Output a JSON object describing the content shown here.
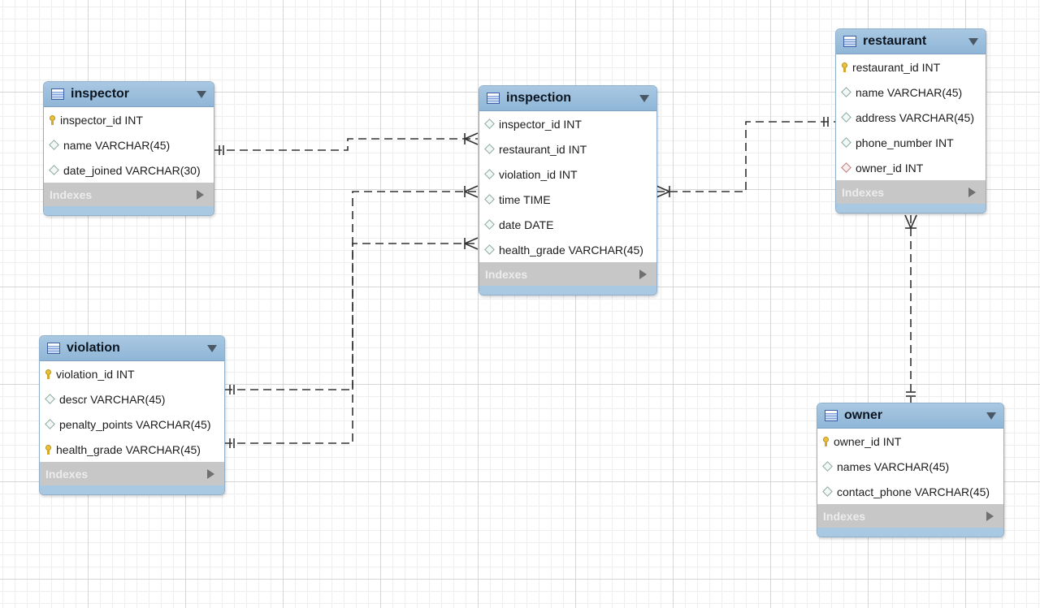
{
  "diagram": {
    "tables": {
      "inspector": {
        "title": "inspector",
        "columns": [
          {
            "label": "inspector_id INT",
            "key": "primary"
          },
          {
            "label": "name VARCHAR(45)",
            "key": "none"
          },
          {
            "label": "date_joined VARCHAR(30)",
            "key": "none"
          }
        ],
        "indexes_label": "Indexes"
      },
      "inspection": {
        "title": "inspection",
        "columns": [
          {
            "label": "inspector_id INT",
            "key": "none"
          },
          {
            "label": "restaurant_id INT",
            "key": "none"
          },
          {
            "label": "violation_id INT",
            "key": "none"
          },
          {
            "label": "time TIME",
            "key": "none"
          },
          {
            "label": "date DATE",
            "key": "none"
          },
          {
            "label": "health_grade VARCHAR(45)",
            "key": "none"
          }
        ],
        "indexes_label": "Indexes"
      },
      "restaurant": {
        "title": "restaurant",
        "columns": [
          {
            "label": "restaurant_id INT",
            "key": "primary"
          },
          {
            "label": "name VARCHAR(45)",
            "key": "none"
          },
          {
            "label": "address VARCHAR(45)",
            "key": "none"
          },
          {
            "label": "phone_number INT",
            "key": "none"
          },
          {
            "label": "owner_id INT",
            "key": "foreign"
          }
        ],
        "indexes_label": "Indexes"
      },
      "violation": {
        "title": "violation",
        "columns": [
          {
            "label": "violation_id INT",
            "key": "primary"
          },
          {
            "label": "descr VARCHAR(45)",
            "key": "none"
          },
          {
            "label": "penalty_points VARCHAR(45)",
            "key": "none"
          },
          {
            "label": "health_grade VARCHAR(45)",
            "key": "primary"
          }
        ],
        "indexes_label": "Indexes"
      },
      "owner": {
        "title": "owner",
        "columns": [
          {
            "label": "owner_id INT",
            "key": "primary"
          },
          {
            "label": "names VARCHAR(45)",
            "key": "none"
          },
          {
            "label": "contact_phone VARCHAR(45)",
            "key": "none"
          }
        ],
        "indexes_label": "Indexes"
      }
    },
    "relationships": [
      {
        "from": "inspector",
        "to": "inspection",
        "from_cardinality": "one",
        "to_cardinality": "many"
      },
      {
        "from": "violation",
        "to": "inspection",
        "from_cardinality": "one",
        "to_cardinality": "many"
      },
      {
        "from": "violation",
        "to": "inspection",
        "from_cardinality": "one",
        "to_cardinality": "many"
      },
      {
        "from": "restaurant",
        "to": "inspection",
        "from_cardinality": "one",
        "to_cardinality": "many"
      },
      {
        "from": "owner",
        "to": "restaurant",
        "from_cardinality": "one",
        "to_cardinality": "many"
      }
    ],
    "colors": {
      "header": "#a9c8e2",
      "indexes_bar": "#c7c7c7",
      "connector": "#333333",
      "grid": "#d6d6d6"
    },
    "icons": {
      "table": "table-icon",
      "primary": "key-icon",
      "none": "diamond-icon",
      "foreign": "diamond-icon",
      "collapse": "collapse-triangle-icon",
      "expand": "expand-triangle-icon"
    }
  }
}
